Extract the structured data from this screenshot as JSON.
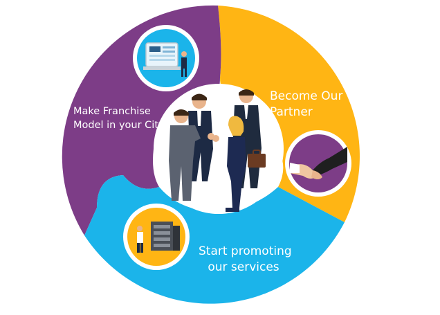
{
  "colors": {
    "purple": "#7d3d87",
    "orange": "#ffb514",
    "blue": "#1bb4ea",
    "white": "#ffffff",
    "navy": "#0b3d66"
  },
  "segments": [
    {
      "id": "franchise",
      "color_key": "purple",
      "icon": "computer-training-icon",
      "lines": [
        "Make  Franchise",
        "Model in your City"
      ]
    },
    {
      "id": "partner",
      "color_key": "orange",
      "icon": "handshake-icon",
      "lines": [
        "Become Our",
        "Partner"
      ]
    },
    {
      "id": "promote",
      "color_key": "blue",
      "icon": "server-presenter-icon",
      "lines": [
        "Start promoting",
        "our services"
      ]
    }
  ],
  "center": {
    "illustration": "business-people-handshake-icon"
  }
}
